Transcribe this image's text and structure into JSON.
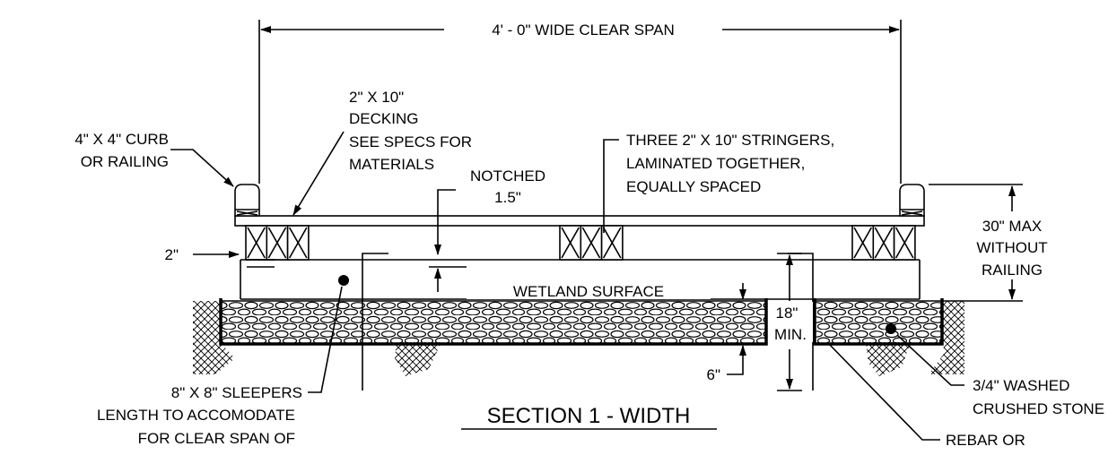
{
  "drawing": {
    "clear_span": "4' - 0\"  WIDE CLEAR SPAN",
    "decking": [
      "2\" X 10\"",
      "DECKING",
      "SEE SPECS FOR",
      "MATERIALS"
    ],
    "curb": [
      "4\" X 4\" CURB",
      "OR RAILING"
    ],
    "notched": [
      "NOTCHED",
      "1.5\""
    ],
    "stringers": [
      "THREE 2\" X 10\" STRINGERS,",
      "LAMINATED TOGETHER,",
      "EQUALLY SPACED"
    ],
    "two_inch": "2\"",
    "max_height": [
      "30\" MAX",
      "WITHOUT",
      "RAILING"
    ],
    "wetland_surface": "WETLAND SURFACE",
    "eighteen_min": [
      "18\"",
      "MIN."
    ],
    "six_inch": "6\"",
    "sleepers": [
      "8\" X 8\" SLEEPERS",
      "LENGTH TO ACCOMODATE",
      "FOR CLEAR SPAN OF"
    ],
    "section_title": "SECTION 1 - WIDTH",
    "stone": [
      "3/4\" WASHED",
      "CRUSHED STONE"
    ],
    "rebar": "REBAR OR"
  }
}
